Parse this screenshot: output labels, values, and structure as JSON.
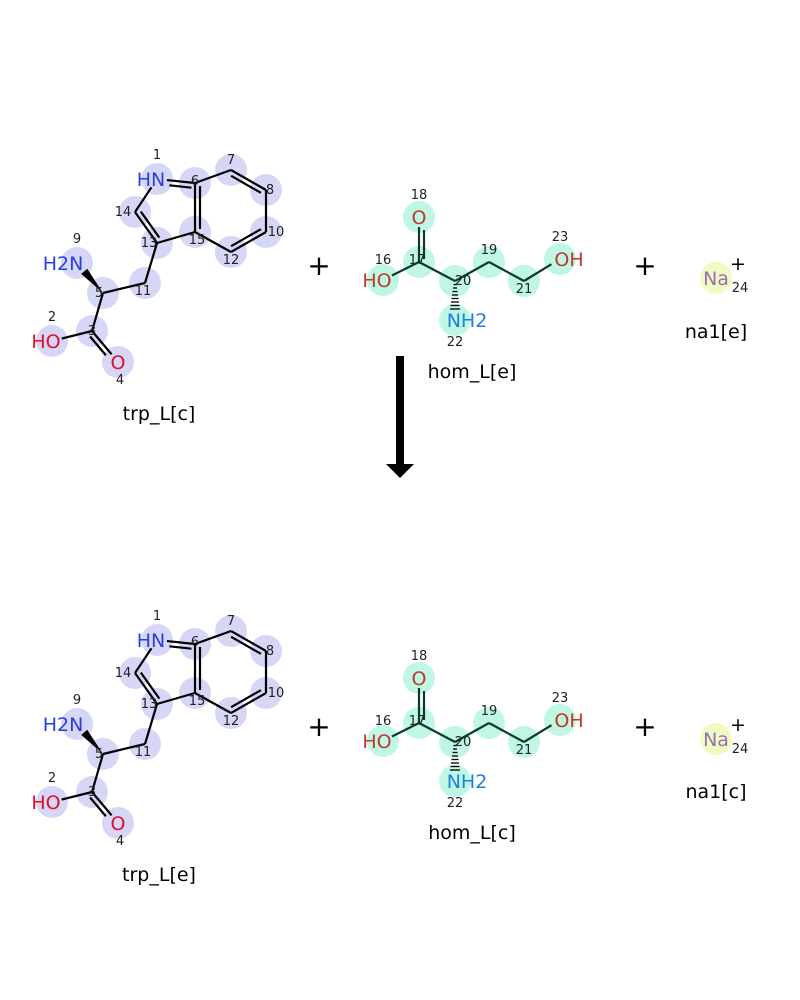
{
  "reaction": {
    "reactants": [
      {
        "id": "trp",
        "name": "trp_L[c]"
      },
      {
        "id": "hom",
        "name": "hom_L[e]"
      },
      {
        "id": "na",
        "name": "na1[e]"
      }
    ],
    "products": [
      {
        "id": "trp",
        "name": "trp_L[e]"
      },
      {
        "id": "hom",
        "name": "hom_L[c]"
      },
      {
        "id": "na",
        "name": "na1[c]"
      }
    ],
    "plus_sign": "+"
  },
  "molecules": {
    "trp": {
      "highlight_color": "#d6d6f7",
      "atoms": [
        {
          "idx": "1",
          "label": "HN",
          "color": "#2a3fe0"
        },
        {
          "idx": "2",
          "label": "HO",
          "color": "#e0102a"
        },
        {
          "idx": "3",
          "label": ""
        },
        {
          "idx": "4",
          "label": "O",
          "color": "#e0102a"
        },
        {
          "idx": "5",
          "label": ""
        },
        {
          "idx": "6",
          "label": ""
        },
        {
          "idx": "7",
          "label": ""
        },
        {
          "idx": "8",
          "label": ""
        },
        {
          "idx": "9",
          "label": "H2N",
          "color": "#2a3fe0"
        },
        {
          "idx": "10",
          "label": ""
        },
        {
          "idx": "11",
          "label": ""
        },
        {
          "idx": "12",
          "label": ""
        },
        {
          "idx": "13",
          "label": ""
        },
        {
          "idx": "14",
          "label": ""
        },
        {
          "idx": "15",
          "label": ""
        }
      ]
    },
    "hom": {
      "highlight_color": "#bff7e4",
      "atoms": [
        {
          "idx": "16",
          "label": "HO",
          "color": "#c0392b"
        },
        {
          "idx": "17",
          "label": ""
        },
        {
          "idx": "18",
          "label": "O",
          "color": "#c0392b"
        },
        {
          "idx": "19",
          "label": ""
        },
        {
          "idx": "20",
          "label": ""
        },
        {
          "idx": "21",
          "label": ""
        },
        {
          "idx": "22",
          "label": "NH2",
          "color": "#1e7fe0"
        },
        {
          "idx": "23",
          "label": "OH",
          "color": "#c0392b"
        }
      ]
    },
    "na": {
      "highlight_color": "#eefcc4",
      "atoms": [
        {
          "idx": "24",
          "label": "Na",
          "charge": "+",
          "color": "#9a6fb0"
        }
      ]
    }
  }
}
